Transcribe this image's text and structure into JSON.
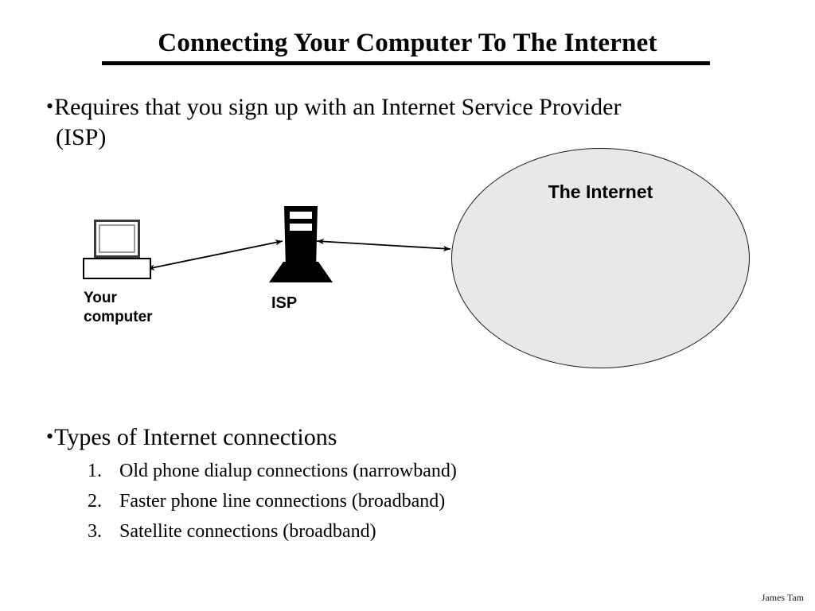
{
  "slide": {
    "title": "Connecting Your Computer To The Internet",
    "footer_author": "James Tam"
  },
  "bullets": {
    "isp": {
      "marker": "•",
      "line1": "Requires that you sign up with an Internet Service Provider",
      "line2": "(ISP)"
    },
    "types": {
      "marker": "•",
      "text": "Types of Internet connections"
    }
  },
  "connection_list": [
    {
      "number": "1.",
      "text": "Old phone dialup connections (narrowband)"
    },
    {
      "number": "2.",
      "text": "Faster phone line connections (broadband)"
    },
    {
      "number": "3.",
      "text": "Satellite connections (broadband)"
    }
  ],
  "diagram": {
    "computer_label": "Your\ncomputer",
    "isp_label": "ISP",
    "internet_label": "The Internet",
    "colors": {
      "ellipse_fill": "#e8e8e8",
      "ellipse_stroke": "#1a1a1a",
      "tower_fill": "#000000",
      "monitor_border": "#3a3a3a",
      "screen_border": "#9a9a9a",
      "arrow_stroke": "#000000"
    }
  }
}
